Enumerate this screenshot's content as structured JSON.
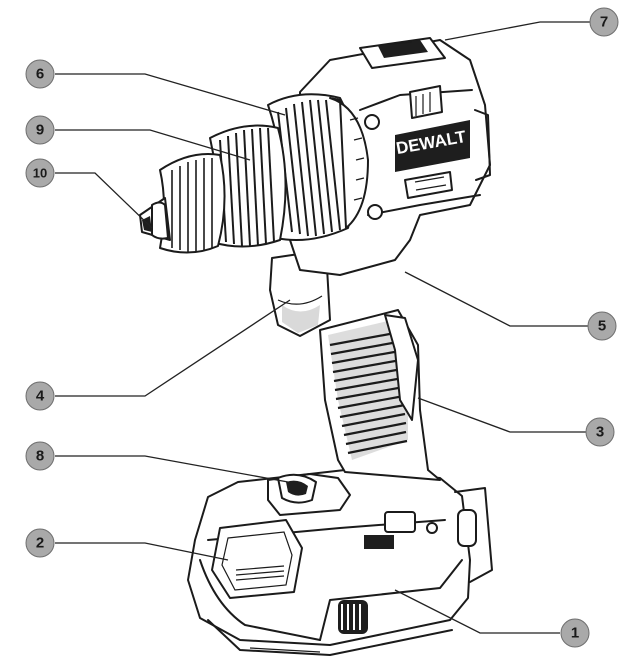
{
  "brand": {
    "logo_text": "DEWALT"
  },
  "callouts": [
    {
      "id": "callout-1",
      "label": "1"
    },
    {
      "id": "callout-2",
      "label": "2"
    },
    {
      "id": "callout-3",
      "label": "3"
    },
    {
      "id": "callout-4",
      "label": "4"
    },
    {
      "id": "callout-5",
      "label": "5"
    },
    {
      "id": "callout-6",
      "label": "6"
    },
    {
      "id": "callout-7",
      "label": "7"
    },
    {
      "id": "callout-8",
      "label": "8"
    },
    {
      "id": "callout-9",
      "label": "9"
    },
    {
      "id": "callout-10",
      "label": "10"
    }
  ],
  "colors": {
    "callout_fill": "#a9a9a9",
    "ink": "#1b1b1b",
    "background": "#ffffff"
  }
}
